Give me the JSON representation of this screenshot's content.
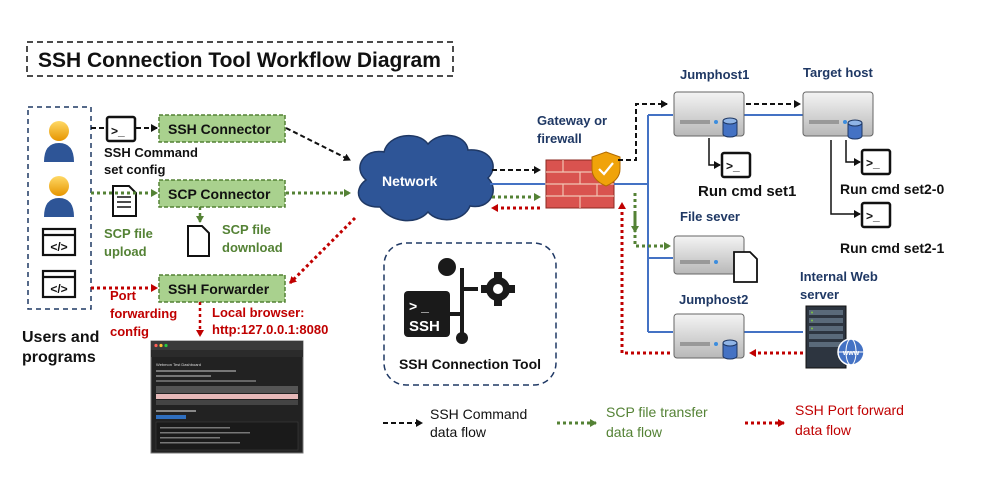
{
  "title": "SSH Connection Tool Workflow Diagram",
  "users_label": [
    "Users and",
    "programs"
  ],
  "connectors": {
    "ssh": "SSH Connector",
    "scp": "SCP Connector",
    "fwd": "SSH Forwarder"
  },
  "notes": {
    "ssh_cmd": [
      "SSH Command",
      "set config"
    ],
    "scp_upload": [
      "SCP file",
      "upload"
    ],
    "scp_download": [
      "SCP file",
      "download"
    ],
    "port_fwd": [
      "Port",
      "forwarding",
      "config"
    ],
    "local_browser": [
      "Local browser:",
      "http:127.0.0.1:8080"
    ]
  },
  "network": "Network",
  "gateway": [
    "Gateway or",
    "firewall"
  ],
  "hosts": {
    "jumphost1": "Jumphost1",
    "target": "Target host",
    "file_server": "File sever",
    "jumphost2": "Jumphost2",
    "web_server": [
      "Internal Web",
      "server"
    ]
  },
  "commands": {
    "set1": "Run cmd set1",
    "set2_0": "Run cmd set2-0",
    "set2_1": "Run cmd set2-1"
  },
  "tool_label": "SSH Connection Tool",
  "tool_icon_text": [
    "> _",
    "SSH"
  ],
  "legend": {
    "ssh": [
      "SSH Command",
      "data flow"
    ],
    "scp": [
      "SCP file transfer",
      "data flow"
    ],
    "fwd": [
      "SSH Port forward",
      "data flow"
    ]
  },
  "dashboard": {
    "title": "Webmon Test Dashboard"
  },
  "colors": {
    "ssh_flow": "#111111",
    "scp_flow": "#548235",
    "fwd_flow": "#c00000",
    "connector_fill": "#a9d18e",
    "host_line": "#4472c4",
    "cloud": "#2e5597",
    "host_label": "#1f3864"
  }
}
